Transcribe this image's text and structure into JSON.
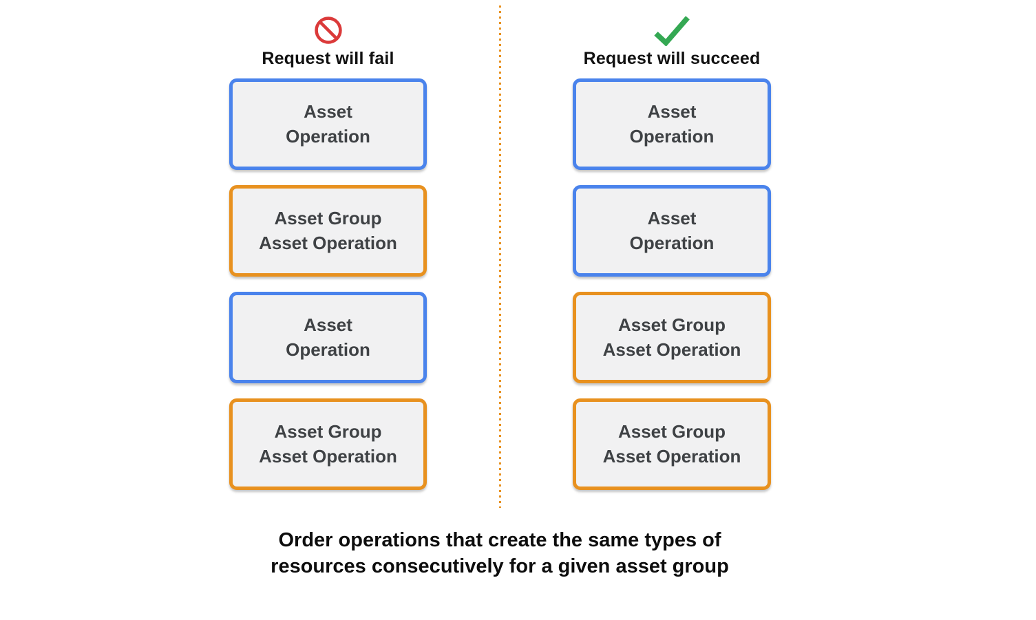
{
  "colors": {
    "blue": "#4A83EC",
    "orange": "#E8911F",
    "box_fill": "#F1F1F2",
    "box_text": "#3F4245",
    "heading_text": "#111111",
    "fail_icon": "#DB3A3A",
    "success_icon": "#34A853",
    "divider": "#E8911F"
  },
  "columns": [
    {
      "id": "fail",
      "icon": "prohibition-icon",
      "heading": "Request will fail",
      "boxes": [
        {
          "label": "Asset\nOperation",
          "border": "blue"
        },
        {
          "label": "Asset Group\nAsset Operation",
          "border": "orange"
        },
        {
          "label": "Asset\nOperation",
          "border": "blue"
        },
        {
          "label": "Asset Group\nAsset Operation",
          "border": "orange"
        }
      ]
    },
    {
      "id": "succeed",
      "icon": "checkmark-icon",
      "heading": "Request will succeed",
      "boxes": [
        {
          "label": "Asset\nOperation",
          "border": "blue"
        },
        {
          "label": "Asset\nOperation",
          "border": "blue"
        },
        {
          "label": "Asset Group\nAsset Operation",
          "border": "orange"
        },
        {
          "label": "Asset Group\nAsset Operation",
          "border": "orange"
        }
      ]
    }
  ],
  "caption": "Order operations that create the same types of\nresources consecutively for a given asset group"
}
